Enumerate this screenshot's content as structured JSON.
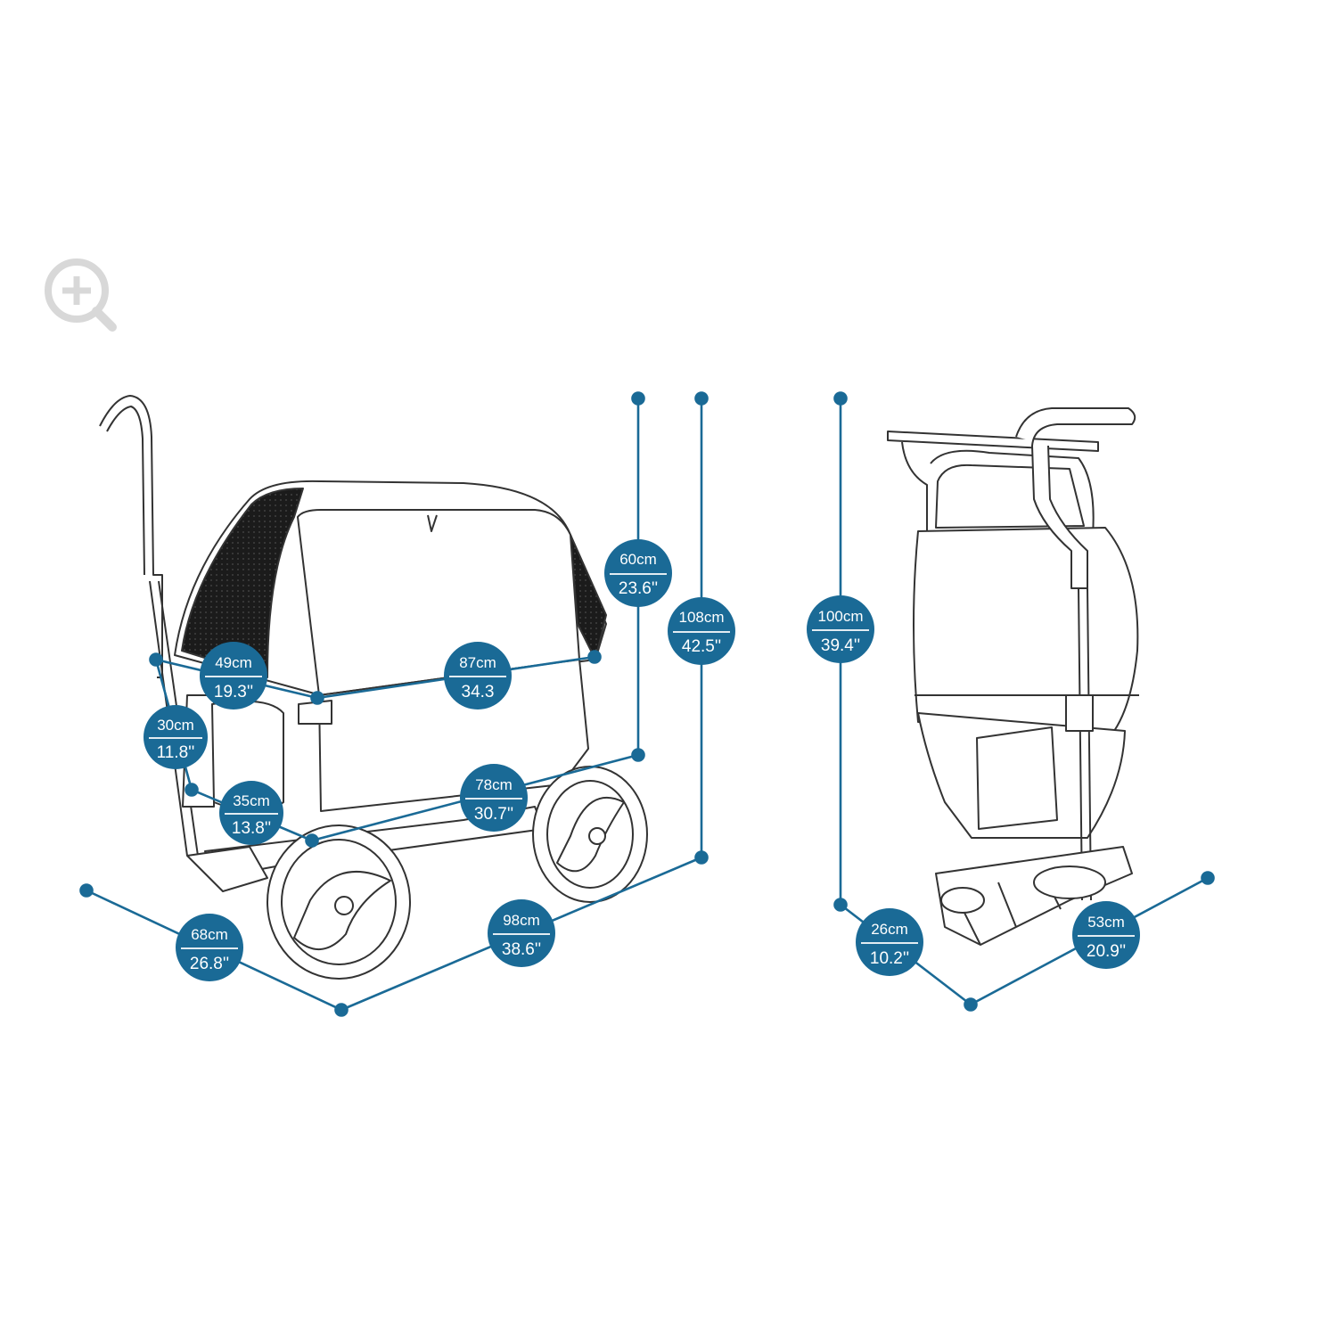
{
  "colors": {
    "accent": "#1a6a96",
    "outline": "#333333",
    "mesh": "#1b1b1b",
    "zoom_icon": "#d8d8d8"
  },
  "zoom": {
    "icon": "zoom-in-icon"
  },
  "unfolded": {
    "canopy_height": {
      "cm": "60cm",
      "in": "23.6''"
    },
    "total_height": {
      "cm": "108cm",
      "in": "42.5''"
    },
    "basket_width": {
      "cm": "49cm",
      "in": "19.3''"
    },
    "basket_length": {
      "cm": "87cm",
      "in": "34.3"
    },
    "basket_depth": {
      "cm": "30cm",
      "in": "11.8''"
    },
    "floor_width": {
      "cm": "35cm",
      "in": "13.8''"
    },
    "floor_length": {
      "cm": "78cm",
      "in": "30.7''"
    },
    "overall_width": {
      "cm": "68cm",
      "in": "26.8''"
    },
    "overall_length": {
      "cm": "98cm",
      "in": "38.6''"
    }
  },
  "folded": {
    "height": {
      "cm": "100cm",
      "in": "39.4''"
    },
    "depth": {
      "cm": "26cm",
      "in": "10.2''"
    },
    "width": {
      "cm": "53cm",
      "in": "20.9''"
    }
  }
}
